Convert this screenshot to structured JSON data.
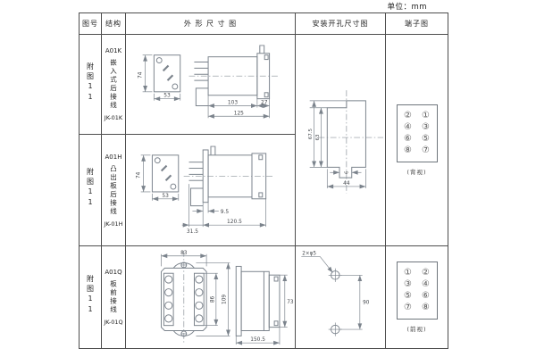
{
  "unit_label": "单位：mm",
  "header": {
    "figure_no": "图号",
    "structure": "结构",
    "outline": "外 形 尺 寸 图",
    "mounting": "安装开孔尺寸图",
    "terminal": "端子图"
  },
  "rows": [
    {
      "figure_no": "附图11",
      "model": "A01K",
      "structure": "嵌入式后接线",
      "code": "JK-01K",
      "dims": {
        "front_height": "74",
        "front_width": "53",
        "body_depth": "103",
        "rear_depth": "27",
        "total_depth": "125"
      }
    },
    {
      "figure_no": "附图11",
      "model": "A01H",
      "structure": "凸出板后接线",
      "code": "JK-01H",
      "dims": {
        "front_height": "74",
        "front_width": "53",
        "flange": "9.5",
        "front_part": "31.5",
        "rear_part": "120.5"
      }
    },
    {
      "figure_no": "附图11",
      "model": "A01Q",
      "structure": "板前接线",
      "code": "JK-01Q",
      "dims": {
        "width": "83",
        "terminal_strip_height": "86",
        "height": "109",
        "side_height": "73",
        "depth": "150.5"
      }
    }
  ],
  "mounting_flush": {
    "dims": {
      "outer_height": "67.5",
      "inner_height": "63",
      "slot_width": "6",
      "cutout_width": "44"
    }
  },
  "mounting_panel": {
    "hole_note": "2×φ5",
    "hole_spacing": "90"
  },
  "terminal_rear": {
    "numbers": [
      "②",
      "①",
      "④",
      "③",
      "⑥",
      "⑤",
      "⑧",
      "⑦"
    ],
    "caption": "(背视)"
  },
  "terminal_front": {
    "numbers": [
      "①",
      "②",
      "③",
      "④",
      "⑤",
      "⑥",
      "⑦",
      "⑧"
    ],
    "caption": "(前视)"
  }
}
